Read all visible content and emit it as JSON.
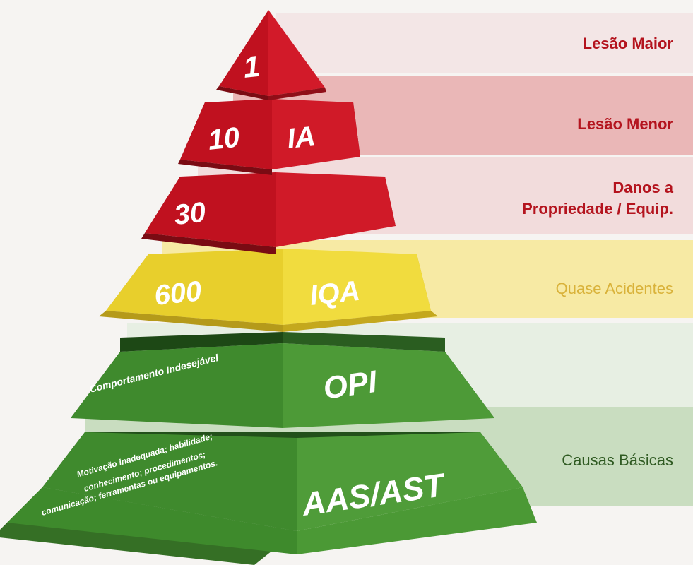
{
  "levels": [
    {
      "number": "1",
      "code": "",
      "description": "",
      "category": "Lesão Maior"
    },
    {
      "number": "10",
      "code": "IA",
      "description": "",
      "category": "Lesão Menor"
    },
    {
      "number": "30",
      "code": "",
      "description": "",
      "category_line1": "Danos a",
      "category_line2": "Propriedade / Equip."
    },
    {
      "number": "600",
      "code": "IQA",
      "description": "",
      "category": "Quase Acidentes"
    },
    {
      "number": "",
      "code": "OPI",
      "description": "Comportamento Indesejável",
      "category": ""
    },
    {
      "number": "",
      "code": "AAS/AST",
      "description_line1": "Motivação inadequada; habilidade;",
      "description_line2": "conhecimento; procedimentos;",
      "description_line3": "comunicação; ferramentas ou equipamentos.",
      "category": "Causas Básicas"
    }
  ],
  "colors": {
    "red": "#c0111f",
    "yellow": "#e9cf2a",
    "green": "#3e8a2c",
    "red_label": "#b4141e",
    "band_pink": "#efc9c8",
    "band_yellow": "#f7eaa4",
    "band_green": "#d3e4cc"
  }
}
